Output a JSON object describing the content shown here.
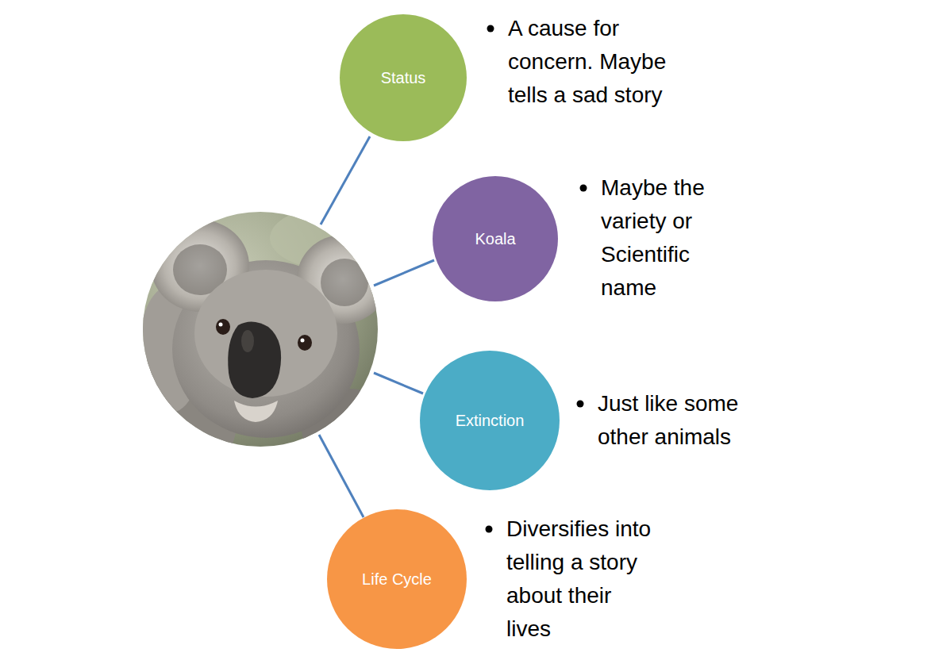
{
  "diagram": {
    "nodes": [
      {
        "text": [
          "Status",
          "A cause for concern. Maybe tells a sad story"
        ]
      },
      {
        "text": [
          "Koala",
          "Maybe the variety or Scientific name"
        ]
      },
      {
        "text": [
          "Extinction",
          "Just like some other animals"
        ]
      },
      {
        "text": [
          "Life Cycle",
          "Diversifies into telling a story about their lives"
        ]
      }
    ]
  }
}
